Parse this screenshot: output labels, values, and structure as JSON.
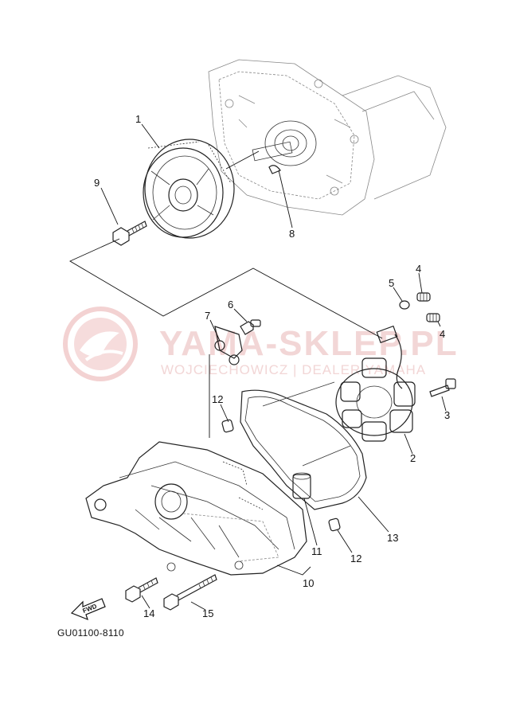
{
  "diagram": {
    "code": "GU01100-8110",
    "fwd_label": "FWD",
    "watermark": {
      "name": "YAMA-SKLEP.PL",
      "subtitle": "WOJCIECHOWICZ | DEALER YAMAHA"
    },
    "callouts": [
      {
        "id": "1",
        "label": "1"
      },
      {
        "id": "2",
        "label": "2"
      },
      {
        "id": "3",
        "label": "3"
      },
      {
        "id": "4a",
        "label": "4"
      },
      {
        "id": "4b",
        "label": "4"
      },
      {
        "id": "5",
        "label": "5"
      },
      {
        "id": "6",
        "label": "6"
      },
      {
        "id": "7",
        "label": "7"
      },
      {
        "id": "8",
        "label": "8"
      },
      {
        "id": "9",
        "label": "9"
      },
      {
        "id": "10",
        "label": "10"
      },
      {
        "id": "11",
        "label": "11"
      },
      {
        "id": "12a",
        "label": "12"
      },
      {
        "id": "12b",
        "label": "12"
      },
      {
        "id": "13",
        "label": "13"
      },
      {
        "id": "14",
        "label": "14"
      },
      {
        "id": "15",
        "label": "15"
      }
    ]
  }
}
